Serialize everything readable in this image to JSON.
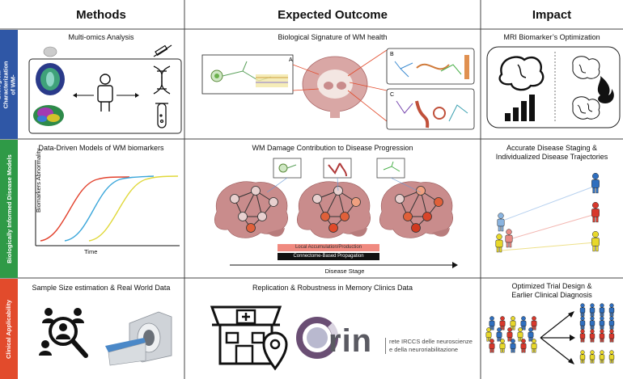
{
  "columns": {
    "methods": "Methods",
    "outcome": "Expected Outcome",
    "impact": "Impact"
  },
  "rows": {
    "row1": "Biological Characterization of WM-Phenotypes",
    "row2": "Biologically Informed Disease Models",
    "row3": "Clinical Applicability"
  },
  "row_colors": {
    "row1": "#2f57a6",
    "row2": "#2f9a47",
    "row3": "#e24b2c"
  },
  "cells": {
    "r1_methods": "Multi-omics Analysis",
    "r1_outcome": "Biological Signature of WM health",
    "r1_impact": "MRI Biomarker’s Optimization",
    "r2_methods": "Data-Driven Models of WM biomarkers",
    "r2_outcome": "WM Damage Contribution to Disease Progression",
    "r2_impact_line1": "Accurate Disease Staging &",
    "r2_impact_line2": "Individualized Disease Trajectories",
    "r3_methods": "Sample Size estimation & Real World Data",
    "r3_outcome": "Replication & Robustness in Memory Clinics Data",
    "r3_impact_line1": "Optimized Trial Design &",
    "r3_impact_line2": "Earlier Clinical Diagnosis"
  },
  "panel_labels": {
    "a": "A",
    "b": "B",
    "c": "C"
  },
  "plot": {
    "ylabel": "Biomarkers Abnormality",
    "xlabel": "Time"
  },
  "progression": {
    "bar1": "Local Accumulation/Production",
    "bar2": "Connectome-Based Propagation",
    "axis": "Disease Stage"
  },
  "logo": {
    "name": "rin",
    "line1": "rete IRCCS delle neuroscienze",
    "line2": "e della neuroriabilitazione"
  },
  "icons": [
    "brain-scan-icon",
    "person-icon",
    "syringe-icon",
    "dna-icon",
    "test-tube-icon",
    "brain-outline-icon",
    "bar-chart-icon",
    "fire-icon",
    "search-people-icon",
    "mri-scanner-icon",
    "hospital-icon",
    "location-pin-icon",
    "person-figure-icon"
  ]
}
